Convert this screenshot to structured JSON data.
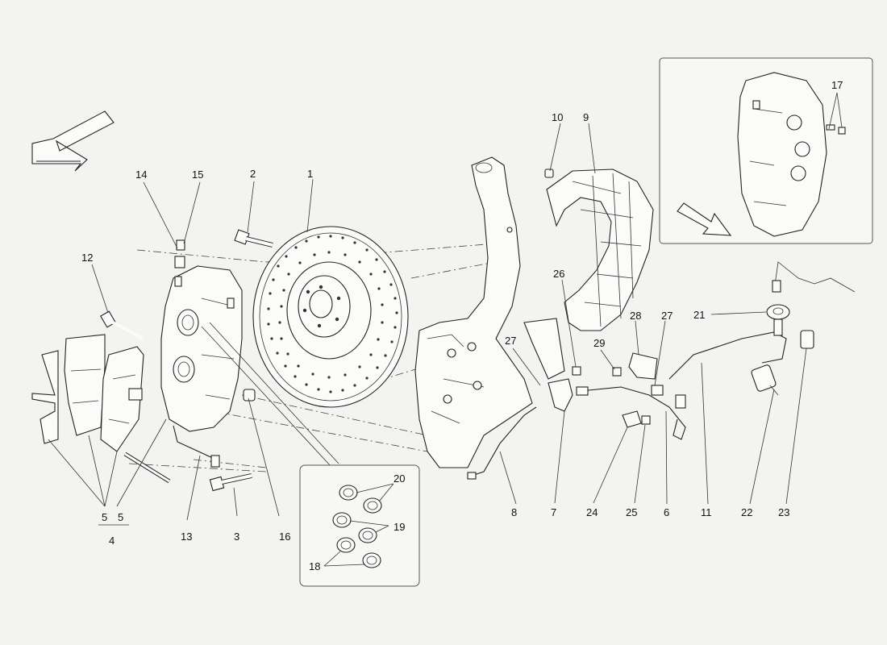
{
  "callouts": {
    "c1": "1",
    "c2": "2",
    "c3": "3",
    "c4": "4",
    "c5": "5",
    "c5b": "5",
    "c6": "6",
    "c7": "7",
    "c8": "8",
    "c9": "9",
    "c10": "10",
    "c11": "11",
    "c12": "12",
    "c13": "13",
    "c14": "14",
    "c15": "15",
    "c16": "16",
    "c17": "17",
    "c18": "18",
    "c19": "19",
    "c20": "20",
    "c21": "21",
    "c22": "22",
    "c23": "23",
    "c24": "24",
    "c25": "25",
    "c26": "26",
    "c27a": "27",
    "c27b": "27",
    "c28": "28",
    "c29": "29"
  },
  "colors": {
    "line": "#222222",
    "background": "#f3f3f1"
  }
}
